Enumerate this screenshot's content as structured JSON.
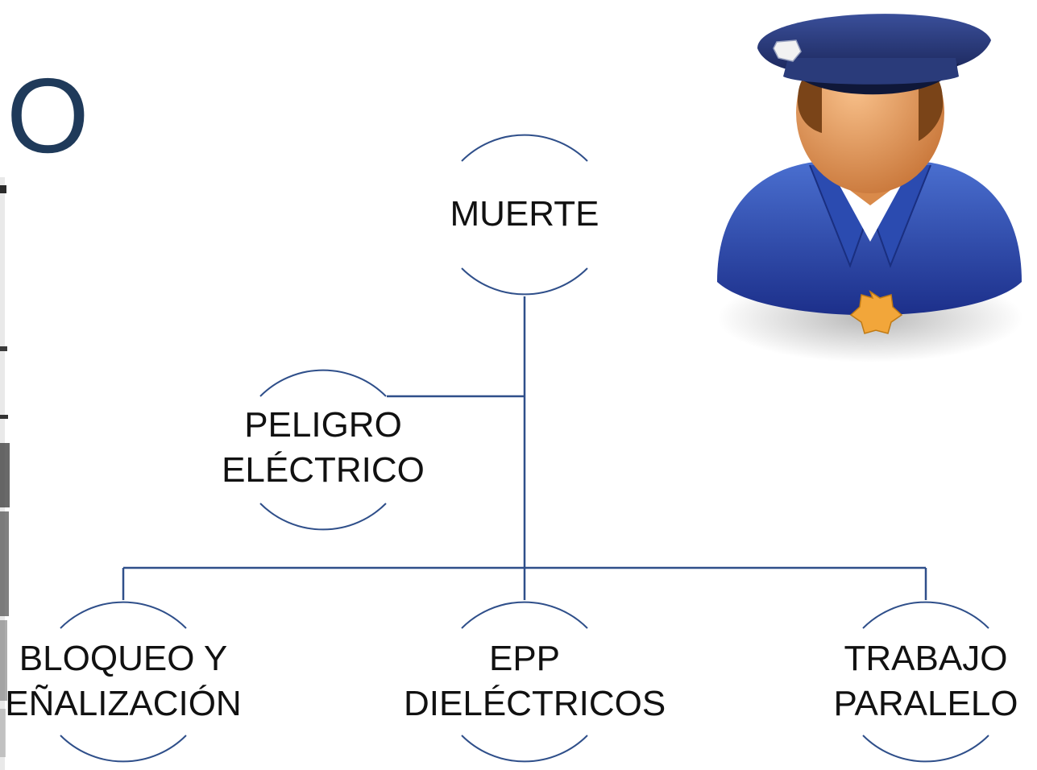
{
  "slide": {
    "title_fragment": "JO"
  },
  "diagram": {
    "line_color": "#2f4f8a",
    "nodes": {
      "muerte": {
        "lines": [
          "MUERTE"
        ]
      },
      "peligro": {
        "lines": [
          "PELIGRO",
          "ELÉCTRICO"
        ]
      },
      "bloqueo": {
        "lines": [
          "BLOQUEO Y",
          "EÑALIZACIÓN"
        ]
      },
      "epp": {
        "lines": [
          "EPP",
          "DIELÉCTRICOS"
        ]
      },
      "trabajo": {
        "lines": [
          "TRABAJO",
          "PARALELO"
        ]
      }
    }
  },
  "illustration": {
    "icon": "police-officer-icon"
  }
}
